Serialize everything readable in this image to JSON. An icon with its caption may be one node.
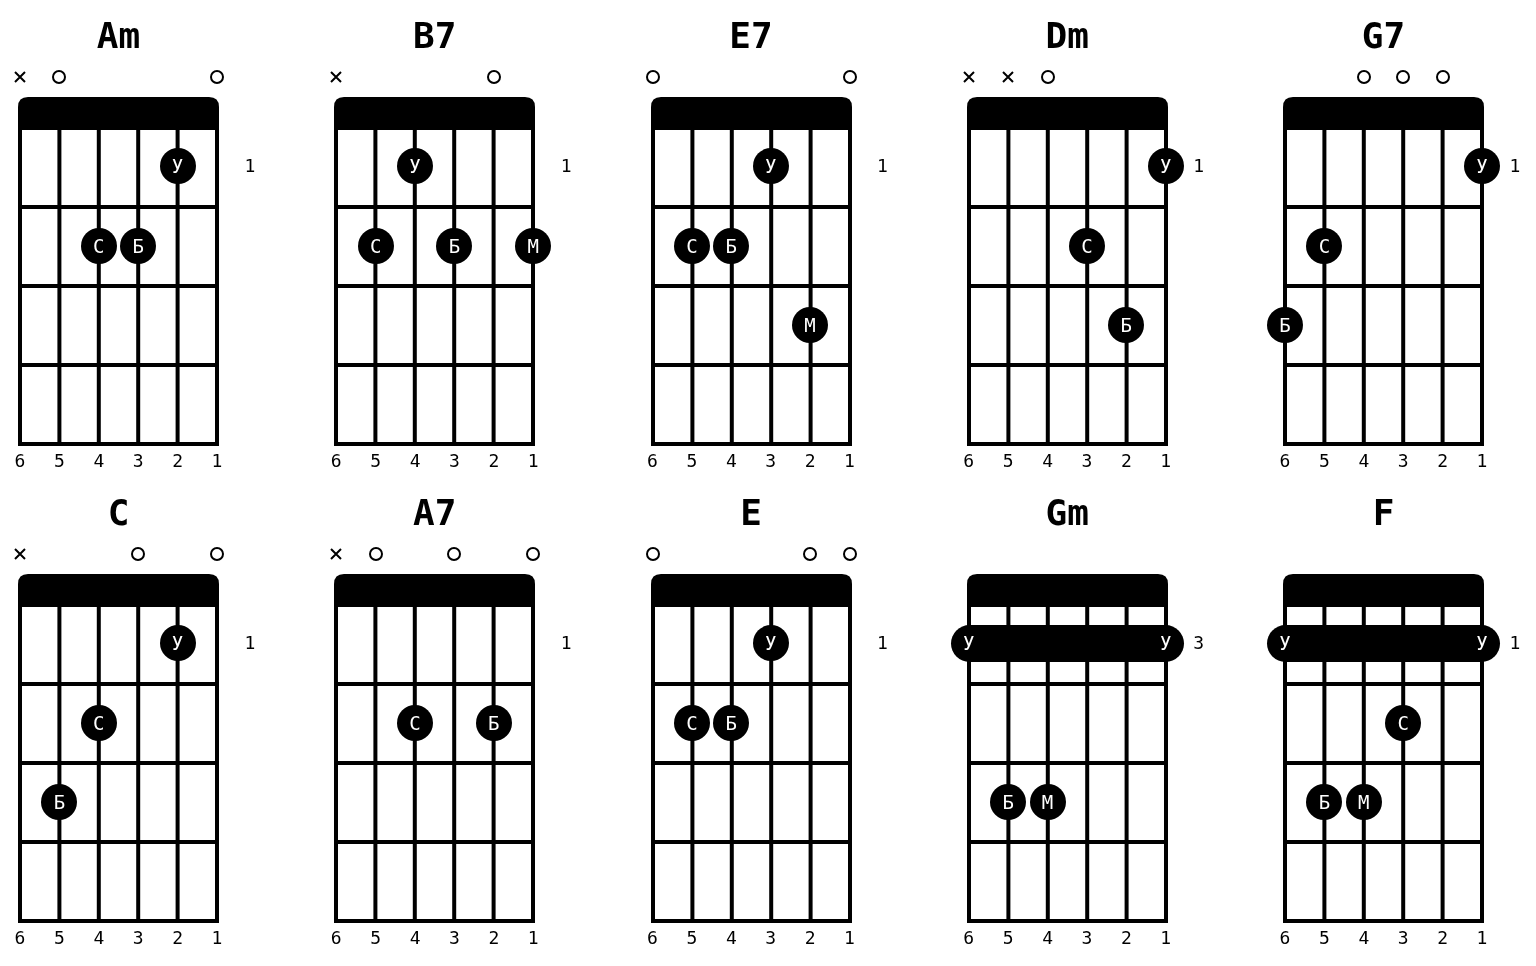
{
  "diagram": {
    "nodes": [
      {
        "text": [
          "Am"
        ],
        "beside": [
          "6",
          "5",
          "4",
          "3",
          "2",
          "1"
        ]
      },
      {
        "text": [
          "У"
        ],
        "in": 0
      },
      {
        "text": [
          "С"
        ],
        "in": 0
      },
      {
        "text": [
          "Б"
        ],
        "in": 0
      },
      {
        "text": [
          "B7"
        ],
        "beside": [
          "6",
          "5",
          "4",
          "3",
          "2",
          "1"
        ]
      },
      {
        "text": [
          "У"
        ],
        "in": 4
      },
      {
        "text": [
          "С"
        ],
        "in": 4
      },
      {
        "text": [
          "Б"
        ],
        "in": 4
      },
      {
        "text": [
          "М"
        ],
        "in": 4
      },
      {
        "text": [
          "E7"
        ],
        "beside": [
          "6",
          "5",
          "4",
          "3",
          "2",
          "1"
        ]
      },
      {
        "text": [
          "У"
        ],
        "in": 9
      },
      {
        "text": [
          "С"
        ],
        "in": 9
      },
      {
        "text": [
          "Б"
        ],
        "in": 9
      },
      {
        "text": [
          "М"
        ],
        "in": 9
      },
      {
        "text": [
          "Dm"
        ],
        "beside": [
          "6",
          "5",
          "4",
          "3",
          "2",
          "1"
        ]
      },
      {
        "text": [
          "У"
        ],
        "in": 14
      },
      {
        "text": [
          "С"
        ],
        "in": 14
      },
      {
        "text": [
          "Б"
        ],
        "in": 14
      },
      {
        "text": [
          "G7"
        ],
        "beside": [
          "6",
          "5",
          "4",
          "3",
          "2",
          "1"
        ]
      },
      {
        "text": [
          "У"
        ],
        "in": 18
      },
      {
        "text": [
          "С"
        ],
        "in": 18
      },
      {
        "text": [
          "Б"
        ],
        "in": 18
      },
      {
        "text": [
          "C"
        ],
        "beside": [
          "6",
          "5",
          "4",
          "3",
          "2",
          "1"
        ]
      },
      {
        "text": [
          "У"
        ],
        "in": 22
      },
      {
        "text": [
          "С"
        ],
        "in": 22
      },
      {
        "text": [
          "Б"
        ],
        "in": 22
      },
      {
        "text": [
          "A7"
        ],
        "beside": [
          "6",
          "5",
          "4",
          "3",
          "2",
          "1"
        ]
      },
      {
        "text": [
          "С"
        ],
        "in": 26
      },
      {
        "text": [
          "Б"
        ],
        "in": 26
      },
      {
        "text": [
          "E"
        ],
        "beside": [
          "6",
          "5",
          "4",
          "3",
          "2",
          "1"
        ]
      },
      {
        "text": [
          "У"
        ],
        "in": 29
      },
      {
        "text": [
          "С"
        ],
        "in": 29
      },
      {
        "text": [
          "Б"
        ],
        "in": 29
      },
      {
        "text": [
          "Gm"
        ],
        "beside": [
          "6",
          "5",
          "4",
          "3",
          "2",
          "1"
        ]
      },
      {
        "text": [
          "У",
          "У"
        ],
        "in": 33
      },
      {
        "text": [
          "Б"
        ],
        "in": 33
      },
      {
        "text": [
          "М"
        ],
        "in": 33
      },
      {
        "text": [
          "F"
        ],
        "beside": [
          "6",
          "5",
          "4",
          "3",
          "2",
          "1"
        ]
      },
      {
        "text": [
          "У",
          "У"
        ],
        "in": 37
      },
      {
        "text": [
          "С"
        ],
        "in": 37
      },
      {
        "text": [
          "Б"
        ],
        "in": 37
      },
      {
        "text": [
          "М"
        ],
        "in": 37
      }
    ],
    "labels": [
      "1",
      "1",
      "1",
      "1",
      "1",
      "1",
      "1",
      "1",
      "3",
      "1"
    ]
  }
}
